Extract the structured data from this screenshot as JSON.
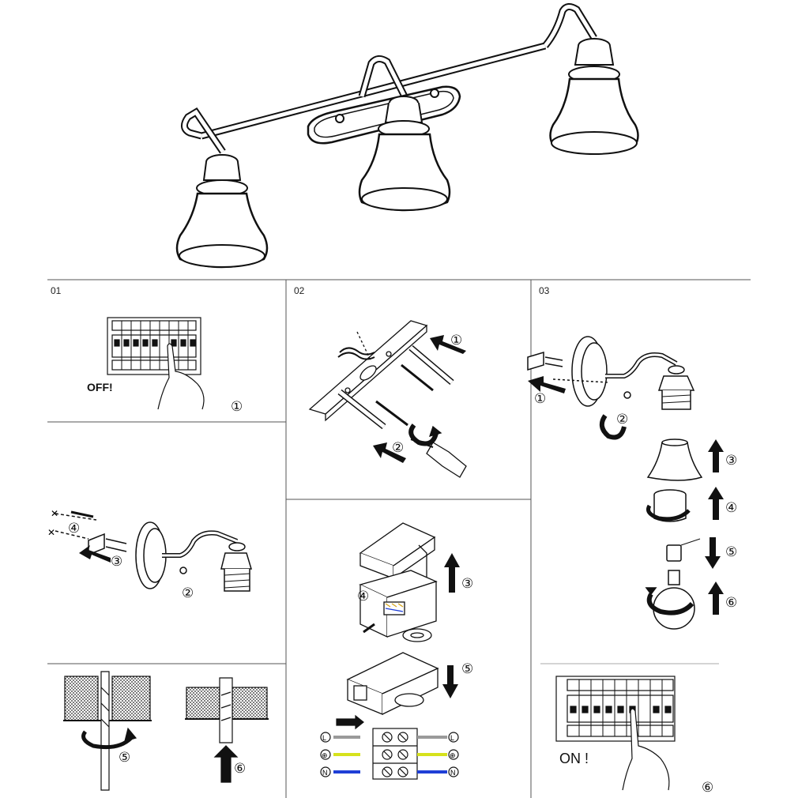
{
  "panels": {
    "p01": "01",
    "p02": "02",
    "p03": "03"
  },
  "labels": {
    "off": "OFF!",
    "on": "ON !"
  },
  "steps": {
    "p01_a": "①",
    "p01_b": "②",
    "p01_c": "③",
    "p01_d": "④",
    "p01_e": "⑤",
    "p01_f": "⑥",
    "p02_a": "①",
    "p02_b": "②",
    "p02_c": "③",
    "p02_d": "④",
    "p02_e": "⑤",
    "p03_a": "①",
    "p03_b": "②",
    "p03_c": "③",
    "p03_d": "④",
    "p03_e": "⑤",
    "p03_f": "⑥",
    "p03_g": "⑥"
  },
  "wiring": {
    "terminal_l": "L",
    "terminal_e": "⊕",
    "terminal_n": "N",
    "wire_colors": [
      "#9a9a9a",
      "#d6e21c",
      "#1f3fd6"
    ]
  }
}
